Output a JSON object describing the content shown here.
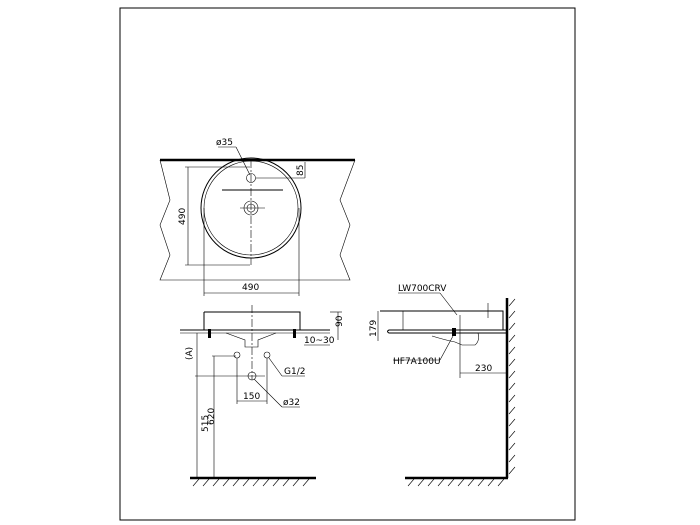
{
  "top_view": {
    "dim_hole": "ø35",
    "dim_offset": "85",
    "dim_depth": "490",
    "dim_width": "490"
  },
  "front_view": {
    "dim_height": "90",
    "dim_counter": "10~30",
    "label_a": "(A)",
    "dim_supply": "G1/2",
    "dim_drain": "ø32",
    "dim_spacing": "150",
    "dim_515": "515",
    "dim_620": "620"
  },
  "side_view": {
    "model_basin": "LW700CRV",
    "model_fitting": "HF7A100U",
    "dim_height": "179",
    "dim_wall": "230"
  }
}
